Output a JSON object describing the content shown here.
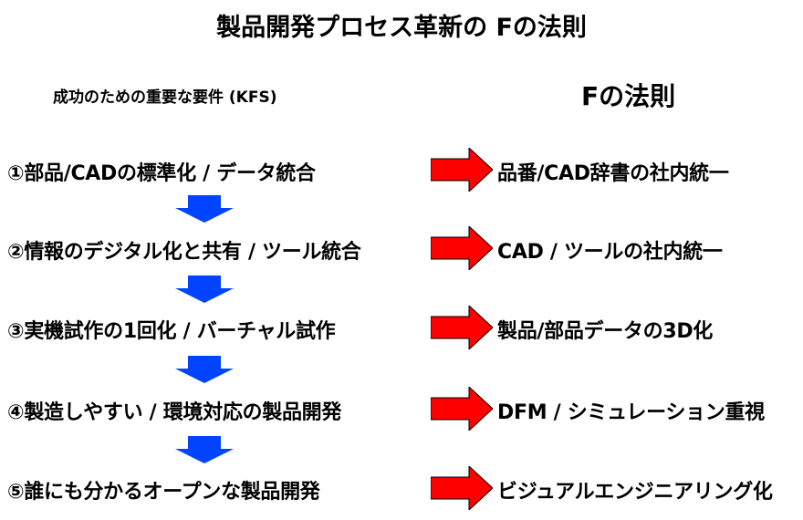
{
  "title": "製品開発プロセス革新の Fの法則",
  "left_header": "成功のための重要な要件 (KFS)",
  "right_header": "Fの法則",
  "colors": {
    "arrow_right": "#ff0000",
    "arrow_down": "#0044ff"
  },
  "rows": [
    {
      "requirement": "①部品/CADの標準化 / データ統合",
      "rule": "品番/CAD辞書の社内統一"
    },
    {
      "requirement": "②情報のデジタル化と共有 / ツール統合",
      "rule": "CAD / ツールの社内統一"
    },
    {
      "requirement": "③実機試作の1回化 / バーチャル試作",
      "rule": "製品/部品データの3D化"
    },
    {
      "requirement": "④製造しやすい / 環境対応の製品開発",
      "rule": "DFM / シミュレーション重視"
    },
    {
      "requirement": "⑤誰にも分かるオープンな製品開発",
      "rule": "ビジュアルエンジニアリング化"
    }
  ]
}
